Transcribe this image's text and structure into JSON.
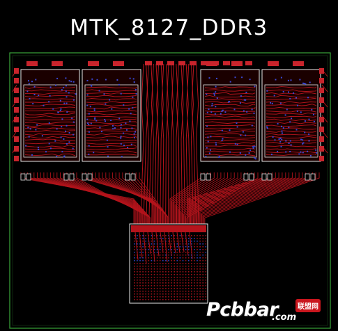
{
  "title": "MTK_8127_DDR3",
  "watermark": {
    "brand_image": "Pcbbar.com",
    "badge": "联盟网"
  },
  "colors": {
    "background": "#000000",
    "board_outline": "#3aa63a",
    "trace": "#b5141c",
    "via": "#3a49d6",
    "silkscreen": "#e8e8e8",
    "pad": "#c8242c"
  },
  "board": {
    "memory_chips": 4,
    "soc_ball_grid": true
  }
}
